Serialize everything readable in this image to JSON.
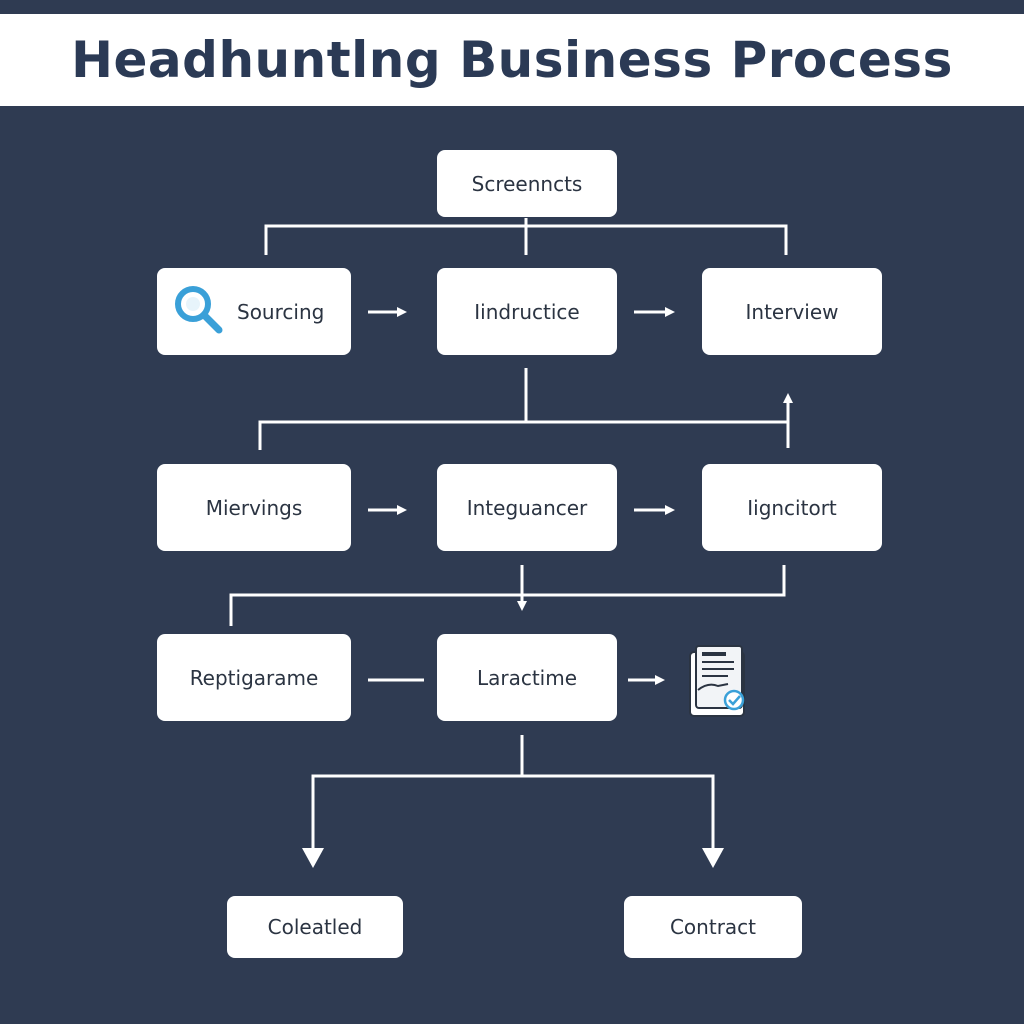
{
  "title": "Headhuntlng Business Process",
  "nodes": {
    "screenncts": "Screenncts",
    "sourcing": "Sourcing",
    "iindructice": "Iindructice",
    "interview": "Interview",
    "miervings": "Miervings",
    "integuancer": "Integuancer",
    "ligncitort": "Iigncitort",
    "reptigarame": "Reptigarame",
    "laractime": "Laractime",
    "coleatled": "Coleatled",
    "contract": "Contract"
  },
  "icons": {
    "sourcing": "magnifier-icon",
    "document": "contract-document-icon"
  },
  "colors": {
    "background": "#2f3b52",
    "title_text": "#2b3a55",
    "node_fill": "#ffffff",
    "connector": "#ffffff",
    "icon_accent": "#3aa0d8"
  }
}
